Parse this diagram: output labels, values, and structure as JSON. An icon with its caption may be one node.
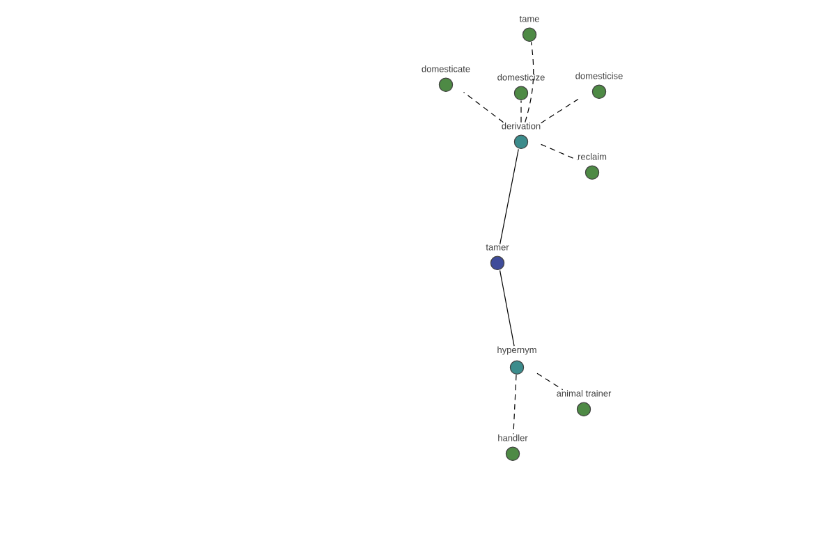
{
  "diagram": {
    "nodes": [
      {
        "text": [
          "tame"
        ]
      },
      {
        "text": [
          "domesticate"
        ]
      },
      {
        "text": [
          "domesticize"
        ]
      },
      {
        "text": [
          "domesticise"
        ]
      },
      {
        "text": [
          "derivation"
        ]
      },
      {
        "text": [
          "reclaim"
        ]
      },
      {
        "text": [
          "tamer"
        ]
      },
      {
        "text": [
          "hypernym"
        ]
      },
      {
        "text": [
          "animal trainer"
        ]
      },
      {
        "text": [
          "handler"
        ]
      }
    ],
    "edges": [
      {
        "from": 4,
        "to": 0,
        "arrow": "none",
        "style": "dashed"
      },
      {
        "from": 4,
        "to": 1,
        "arrow": "none",
        "style": "dashed"
      },
      {
        "from": 4,
        "to": 2,
        "arrow": "none",
        "style": "dashed"
      },
      {
        "from": 4,
        "to": 3,
        "arrow": "none",
        "style": "dashed"
      },
      {
        "from": 4,
        "to": 5,
        "arrow": "none",
        "style": "dashed"
      },
      {
        "from": 6,
        "to": 4,
        "arrow": "none"
      },
      {
        "from": 6,
        "to": 7,
        "arrow": "none"
      },
      {
        "from": 7,
        "to": 8,
        "arrow": "none",
        "style": "dashed"
      },
      {
        "from": 7,
        "to": 9,
        "arrow": "none",
        "style": "dashed"
      }
    ]
  }
}
